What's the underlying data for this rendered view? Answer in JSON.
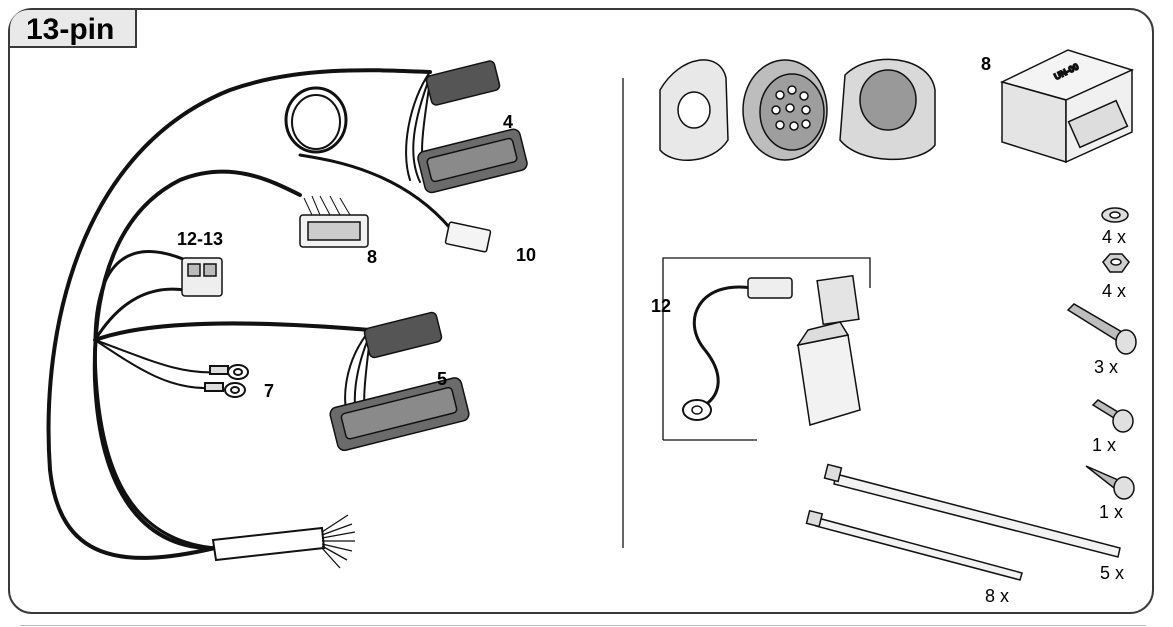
{
  "title": "13-pin",
  "labels": {
    "l4": "4",
    "l10": "10",
    "l8_left": "8",
    "l12_13": "12-13",
    "l5": "5",
    "l7": "7",
    "l8_right": "8",
    "l12": "12",
    "module_text": "UN-00"
  },
  "quantities": {
    "washer": "4 x",
    "nut": "4 x",
    "bolt_long": "3 x",
    "bolt_short": "1 x",
    "screw": "1 x",
    "tie_long": "5 x",
    "tie_short": "8 x"
  }
}
